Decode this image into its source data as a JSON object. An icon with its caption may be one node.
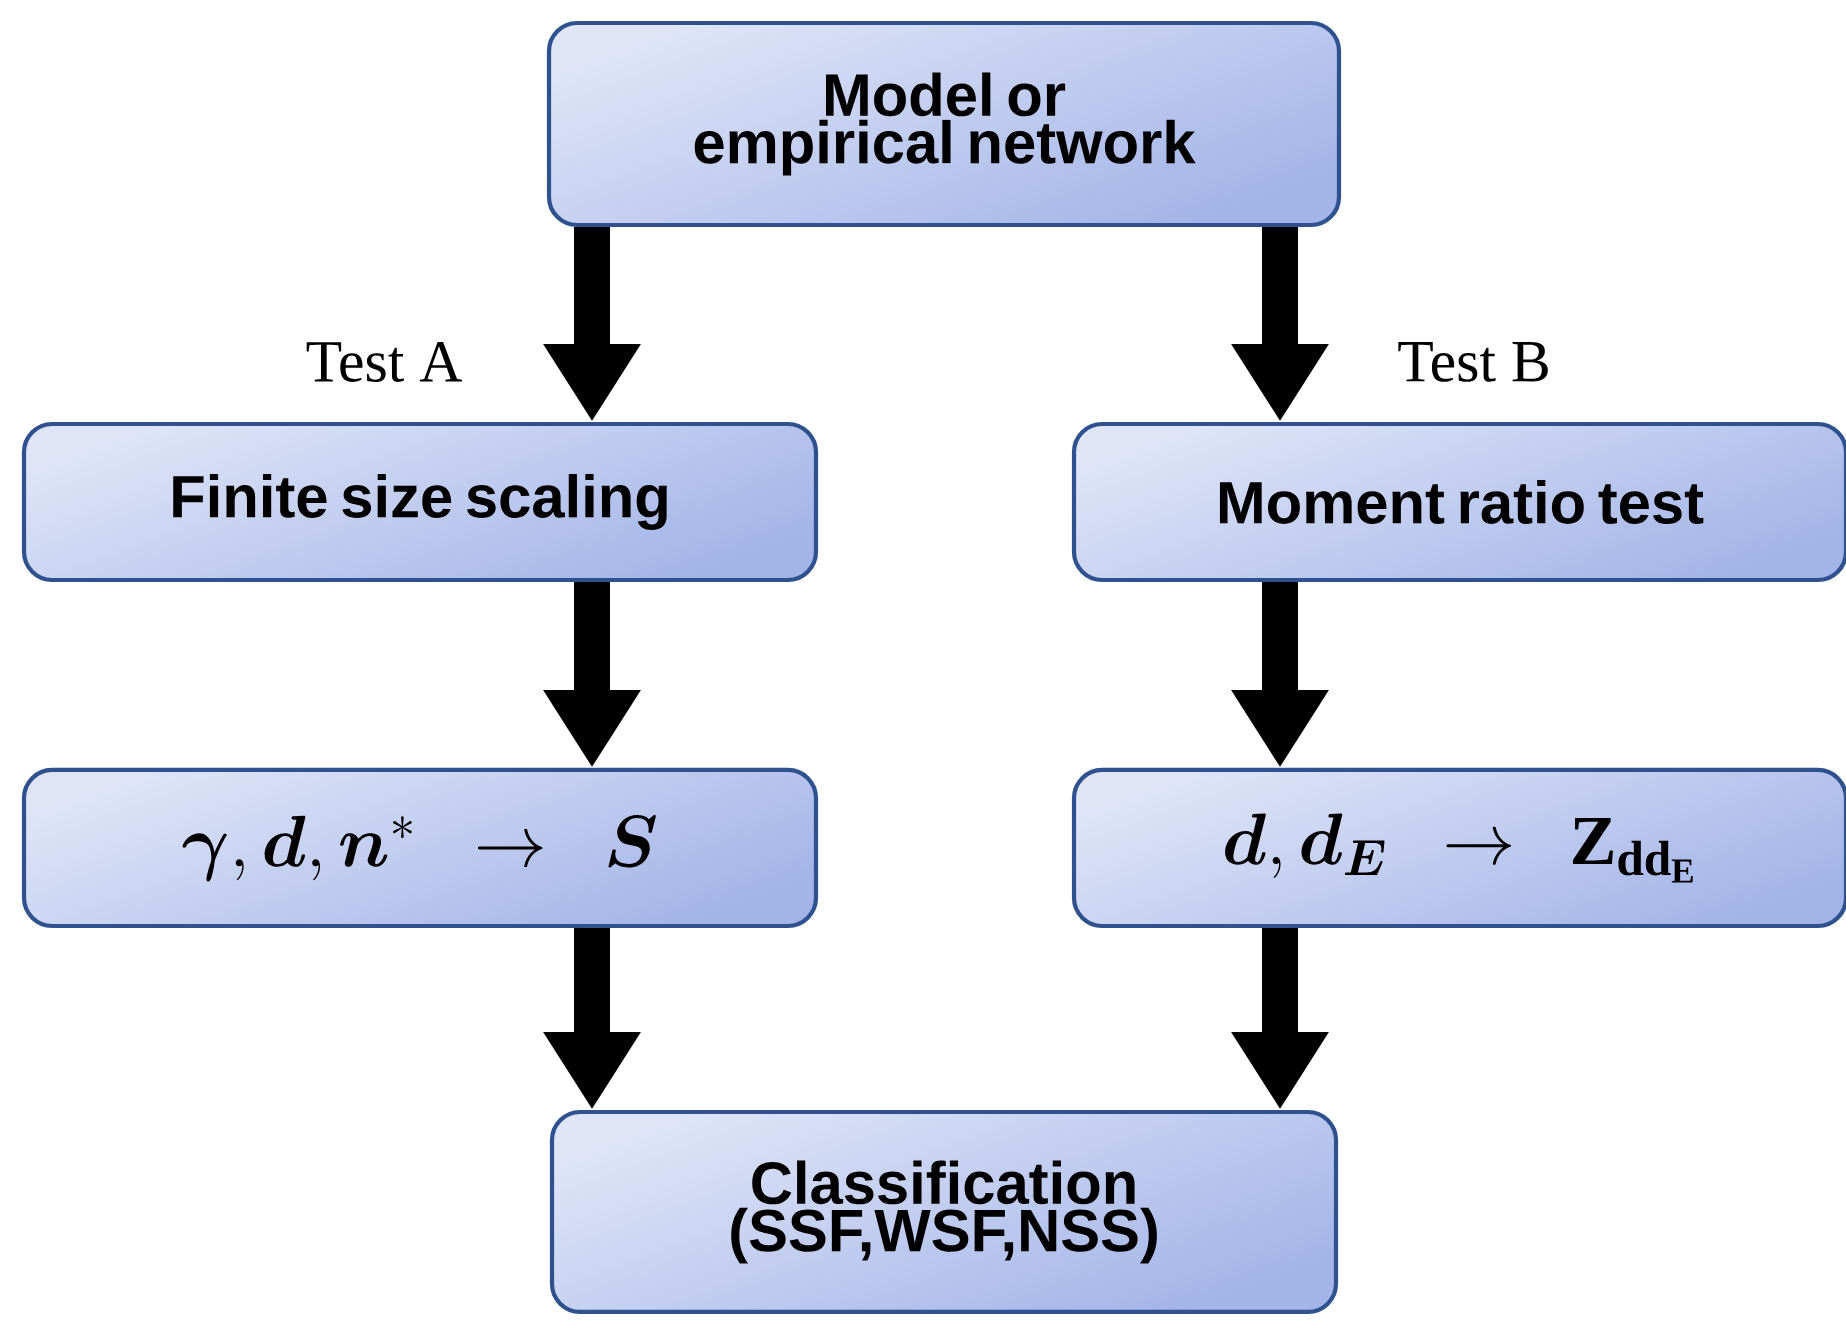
{
  "diagram": {
    "nodes": [
      {
        "text": [
          "Model or empirical network"
        ]
      },
      {
        "text": [
          "Finite size scaling"
        ]
      },
      {
        "text": [
          "Moment ratio test"
        ]
      },
      {
        "text": [
          "\\boldsymbol{\\gamma}, \\boldsymbol{d}, \\boldsymbol{n}^{*} \\rightarrow \\boldsymbol{S}"
        ]
      },
      {
        "text": [
          "\\boldsymbol{d}, \\boldsymbol{d}_{\\boldsymbol{E}} \\rightarrow \\mathbf{Z}_{\\mathbf{dd}_{\\mathbf{E}}}"
        ]
      },
      {
        "text": [
          "Classification (SSF,WSF,NSS)"
        ]
      }
    ],
    "edges": [
      {
        "from": 0,
        "to": 1,
        "arrow": "to",
        "label": "Test A"
      },
      {
        "from": 0,
        "to": 2,
        "arrow": "to",
        "label": "Test B"
      },
      {
        "from": 1,
        "to": 3,
        "arrow": "to"
      },
      {
        "from": 2,
        "to": 4,
        "arrow": "to"
      },
      {
        "from": 3,
        "to": 5,
        "arrow": "to"
      },
      {
        "from": 4,
        "to": 5,
        "arrow": "to"
      }
    ]
  }
}
